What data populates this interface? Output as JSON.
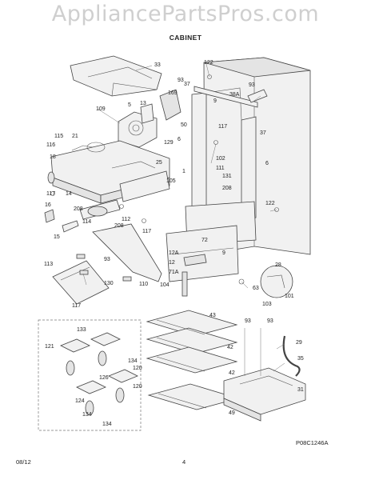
{
  "watermark": "AppliancePartsPros.com",
  "title": "CABINET",
  "footer": {
    "date": "08/12",
    "page": "4",
    "code": "P08C1246A"
  },
  "callouts": [
    {
      "t": "33"
    },
    {
      "t": "122"
    },
    {
      "t": "93"
    },
    {
      "t": "37"
    },
    {
      "t": "169"
    },
    {
      "t": "93"
    },
    {
      "t": "38A"
    },
    {
      "t": "13"
    },
    {
      "t": "9"
    },
    {
      "t": "5"
    },
    {
      "t": "109"
    },
    {
      "t": "50"
    },
    {
      "t": "117"
    },
    {
      "t": "37"
    },
    {
      "t": "115"
    },
    {
      "t": "21"
    },
    {
      "t": "116"
    },
    {
      "t": "129"
    },
    {
      "t": "6"
    },
    {
      "t": "18"
    },
    {
      "t": "102"
    },
    {
      "t": "25"
    },
    {
      "t": "111"
    },
    {
      "t": "131"
    },
    {
      "t": "6"
    },
    {
      "t": "1"
    },
    {
      "t": "105"
    },
    {
      "t": "208"
    },
    {
      "t": "117"
    },
    {
      "t": "14"
    },
    {
      "t": "16"
    },
    {
      "t": "208"
    },
    {
      "t": "122"
    },
    {
      "t": "114"
    },
    {
      "t": "112"
    },
    {
      "t": "208"
    },
    {
      "t": "117"
    },
    {
      "t": "15"
    },
    {
      "t": "72"
    },
    {
      "t": "9"
    },
    {
      "t": "113"
    },
    {
      "t": "93"
    },
    {
      "t": "12A"
    },
    {
      "t": "12"
    },
    {
      "t": "130"
    },
    {
      "t": "71A"
    },
    {
      "t": "28"
    },
    {
      "t": "110"
    },
    {
      "t": "104"
    },
    {
      "t": "63"
    },
    {
      "t": "101"
    },
    {
      "t": "117"
    },
    {
      "t": "103"
    },
    {
      "t": "43"
    },
    {
      "t": "93"
    },
    {
      "t": "93"
    },
    {
      "t": "133"
    },
    {
      "t": "121"
    },
    {
      "t": "42"
    },
    {
      "t": "29"
    },
    {
      "t": "35"
    },
    {
      "t": "120"
    },
    {
      "t": "134"
    },
    {
      "t": "126"
    },
    {
      "t": "42"
    },
    {
      "t": "120"
    },
    {
      "t": "124"
    },
    {
      "t": "134"
    },
    {
      "t": "31"
    },
    {
      "t": "49"
    },
    {
      "t": "134"
    }
  ]
}
